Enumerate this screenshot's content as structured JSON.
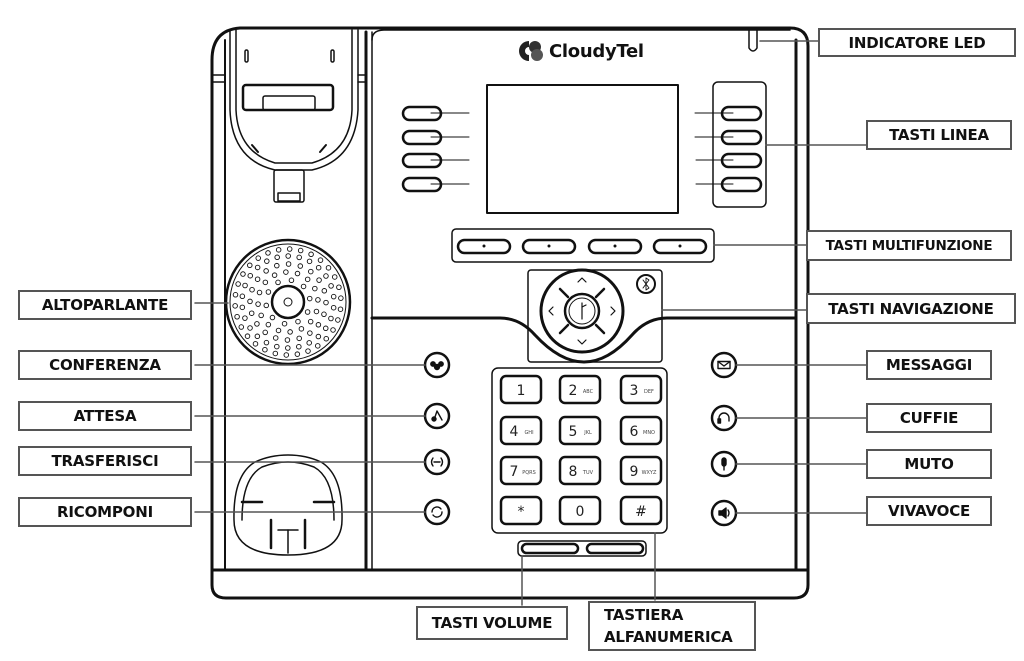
{
  "brand": {
    "name": "CloudyTel",
    "logo_icon": "cloud-c-logo-icon"
  },
  "callouts": {
    "led": "INDICATORE LED",
    "line_keys": "TASTI LINEA",
    "soft_keys": "TASTI MULTIFUNZIONE",
    "nav_keys": "TASTI NAVIGAZIONE",
    "speaker": "ALTOPARLANTE",
    "conference": "CONFERENZA",
    "hold": "ATTESA",
    "transfer": "TRASFERISCI",
    "redial": "RICOMPONI",
    "messages": "MESSAGGI",
    "headset": "CUFFIE",
    "mute": "MUTO",
    "handsfree": "VIVAVOCE",
    "volume": "TASTI VOLUME",
    "keypad_line1": "TASTIERA",
    "keypad_line2": "ALFANUMERICA"
  },
  "keypad": [
    {
      "digit": "1",
      "letters": ""
    },
    {
      "digit": "2",
      "letters": "ABC"
    },
    {
      "digit": "3",
      "letters": "DEF"
    },
    {
      "digit": "4",
      "letters": "GHI"
    },
    {
      "digit": "5",
      "letters": "JKL"
    },
    {
      "digit": "6",
      "letters": "MNO"
    },
    {
      "digit": "7",
      "letters": "PQRS"
    },
    {
      "digit": "8",
      "letters": "TUV"
    },
    {
      "digit": "9",
      "letters": "WXYZ"
    },
    {
      "digit": "*",
      "letters": ""
    },
    {
      "digit": "0",
      "letters": ""
    },
    {
      "digit": "#",
      "letters": ""
    }
  ],
  "left_function_keys": [
    {
      "name": "conference",
      "icon": "conference-icon"
    },
    {
      "name": "hold",
      "icon": "hold-icon"
    },
    {
      "name": "transfer",
      "icon": "transfer-icon"
    },
    {
      "name": "redial",
      "icon": "redial-icon"
    }
  ],
  "right_function_keys": [
    {
      "name": "messages",
      "icon": "envelope-icon"
    },
    {
      "name": "headset",
      "icon": "headset-icon"
    },
    {
      "name": "mute",
      "icon": "microphone-mute-icon"
    },
    {
      "name": "handsfree",
      "icon": "speaker-icon"
    }
  ],
  "volume_keys": [
    "-",
    "+"
  ],
  "colors": {
    "line": "#111111",
    "callout_border": "#555555",
    "background": "#ffffff"
  }
}
